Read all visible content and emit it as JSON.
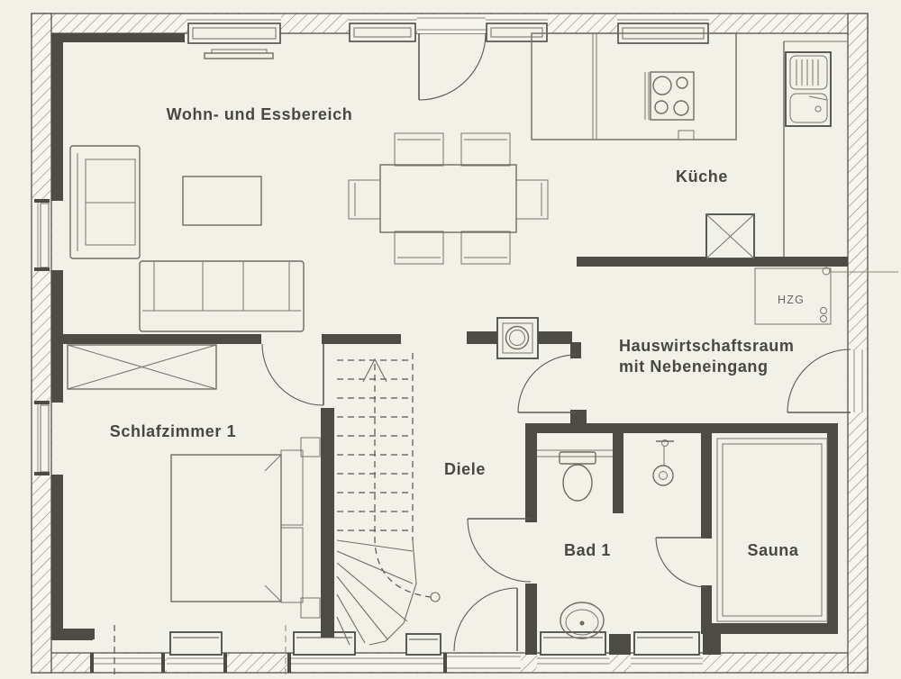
{
  "plan": {
    "labels": {
      "living": "Wohn- und Essbereich",
      "kitchen": "Küche",
      "utility_line1": "Hauswirtschaftsraum",
      "utility_line2": "mit Nebeneingang",
      "bedroom": "Schlafzimmer 1",
      "hall": "Diele",
      "bath": "Bad 1",
      "sauna": "Sauna",
      "heating": "HZG"
    },
    "colors": {
      "background": "#f2f1e8",
      "wall": "#4c4b45",
      "hatch_line": "#8b897d",
      "furniture_line": "#6e6c62",
      "text": "#484742"
    }
  }
}
